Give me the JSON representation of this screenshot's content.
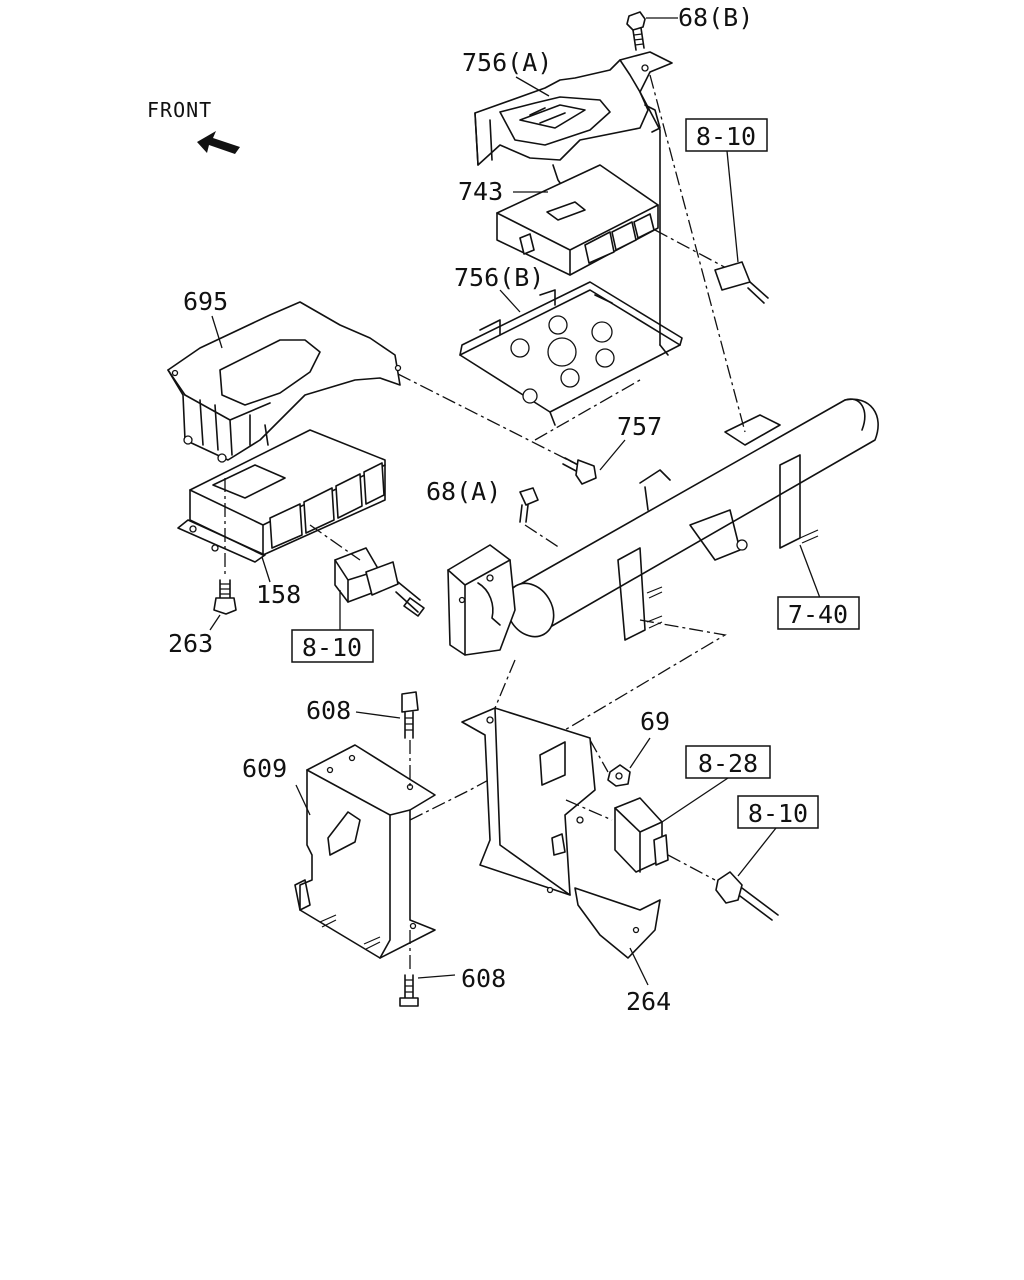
{
  "diagram": {
    "front_label": "FRONT",
    "labels": {
      "p68b": "68(B)",
      "p756a": "756(A)",
      "p743": "743",
      "p756b": "756(B)",
      "p695": "695",
      "p757": "757",
      "p68a": "68(A)",
      "p158": "158",
      "p263": "263",
      "p608_top": "608",
      "p609": "609",
      "p69": "69",
      "p608_bottom": "608",
      "p264": "264"
    },
    "refs": {
      "r810_top": "8-10",
      "r810_left": "8-10",
      "r740": "7-40",
      "r828": "8-28",
      "r810_right": "8-10"
    }
  }
}
